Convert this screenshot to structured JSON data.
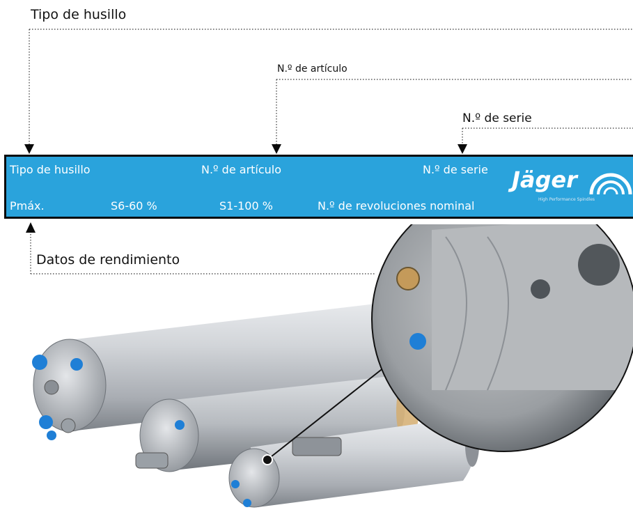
{
  "callouts": {
    "spindle_type": "Tipo de husillo",
    "article_no": "N.º de artículo",
    "serial_no": "N.º de serie",
    "performance_data": "Datos de rendimiento"
  },
  "plate": {
    "spindle_type": "Tipo de husillo",
    "article_no": "N.º de artículo",
    "serial_no": "N.º de serie",
    "pmax": "Pmáx.",
    "s6": "S6-60 %",
    "s1": "S1-100 %",
    "nominal_speed": "N.º de revoluciones nominal",
    "logo": "Jäger",
    "logo_tagline": "High Performance Spindles"
  },
  "colors": {
    "plate_blue": "#2aa3dc",
    "plate_border": "#0a0a0a",
    "spindle_silver": "#c9ccd0",
    "connector_blue": "#1f7fd6"
  }
}
